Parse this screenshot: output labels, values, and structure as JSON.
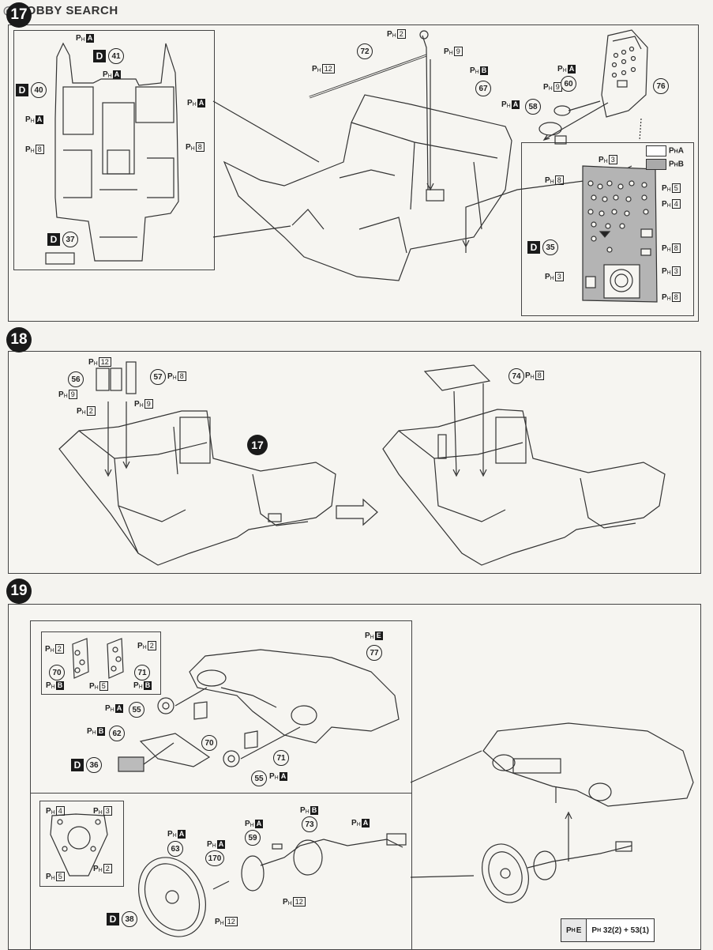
{
  "watermark": {
    "brand": "HOBBY SEARCH"
  },
  "colors": {
    "line": "#333333",
    "legend_a": "#ffffff",
    "legend_b": "#aaaaaa",
    "step_badge": "#1a1a1a"
  },
  "steps": {
    "s17": "17",
    "s18": "18",
    "s19": "19"
  },
  "legend": {
    "a": "A",
    "b": "B"
  },
  "step17": {
    "labels": {
      "phA_1": "A",
      "phA_2": "A",
      "phA_3": "A",
      "phA_4": "A",
      "ph8_1": "8",
      "ph8_2": "8",
      "ph2": "2",
      "ph9": "9",
      "ph12": "12",
      "phB": "B",
      "ph9b": "9",
      "phA_60": "A",
      "phA_58": "A",
      "ph3_top": "3",
      "ph8_l": "8",
      "ph5": "5",
      "ph4": "4",
      "ph8_r1": "8",
      "ph3_r": "3",
      "ph8_r2": "8",
      "ph3_b": "3"
    },
    "decals": {
      "d41": "41",
      "d40": "40",
      "d37": "37",
      "d35": "35"
    },
    "parts": {
      "p72": "72",
      "p67": "67",
      "p60": "60",
      "p58": "58",
      "p76": "76"
    }
  },
  "step18": {
    "labels": {
      "ph12": "12",
      "ph9a": "9",
      "ph2": "2",
      "ph9b": "9",
      "ph8a": "8",
      "ph8b": "8"
    },
    "parts": {
      "p56": "56",
      "p57": "57",
      "p74": "74",
      "p17": "17"
    }
  },
  "step19": {
    "labels": {
      "ph2a": "2",
      "ph2b": "2",
      "phB1": "B",
      "ph5": "5",
      "phB2": "B",
      "phE": "E",
      "phA55a": "A",
      "phB62": "B",
      "phA55b": "A",
      "ph4": "4",
      "ph3": "3",
      "ph5b": "5",
      "ph2c": "2",
      "phA63": "A",
      "phA170": "A",
      "phA59": "A",
      "phB73": "B",
      "phA_r": "A",
      "ph12a": "12",
      "ph12b": "12"
    },
    "parts": {
      "p70a": "70",
      "p71a": "71",
      "p77": "77",
      "p55a": "55",
      "p70b": "70",
      "p62": "62",
      "p71b": "71",
      "p55b": "55",
      "p63": "63",
      "p170": "170",
      "p59": "59",
      "p73": "73"
    },
    "decals": {
      "d36": "36",
      "d38": "38"
    },
    "table": {
      "key": "E",
      "value": "32(2) + 53(1)"
    }
  }
}
